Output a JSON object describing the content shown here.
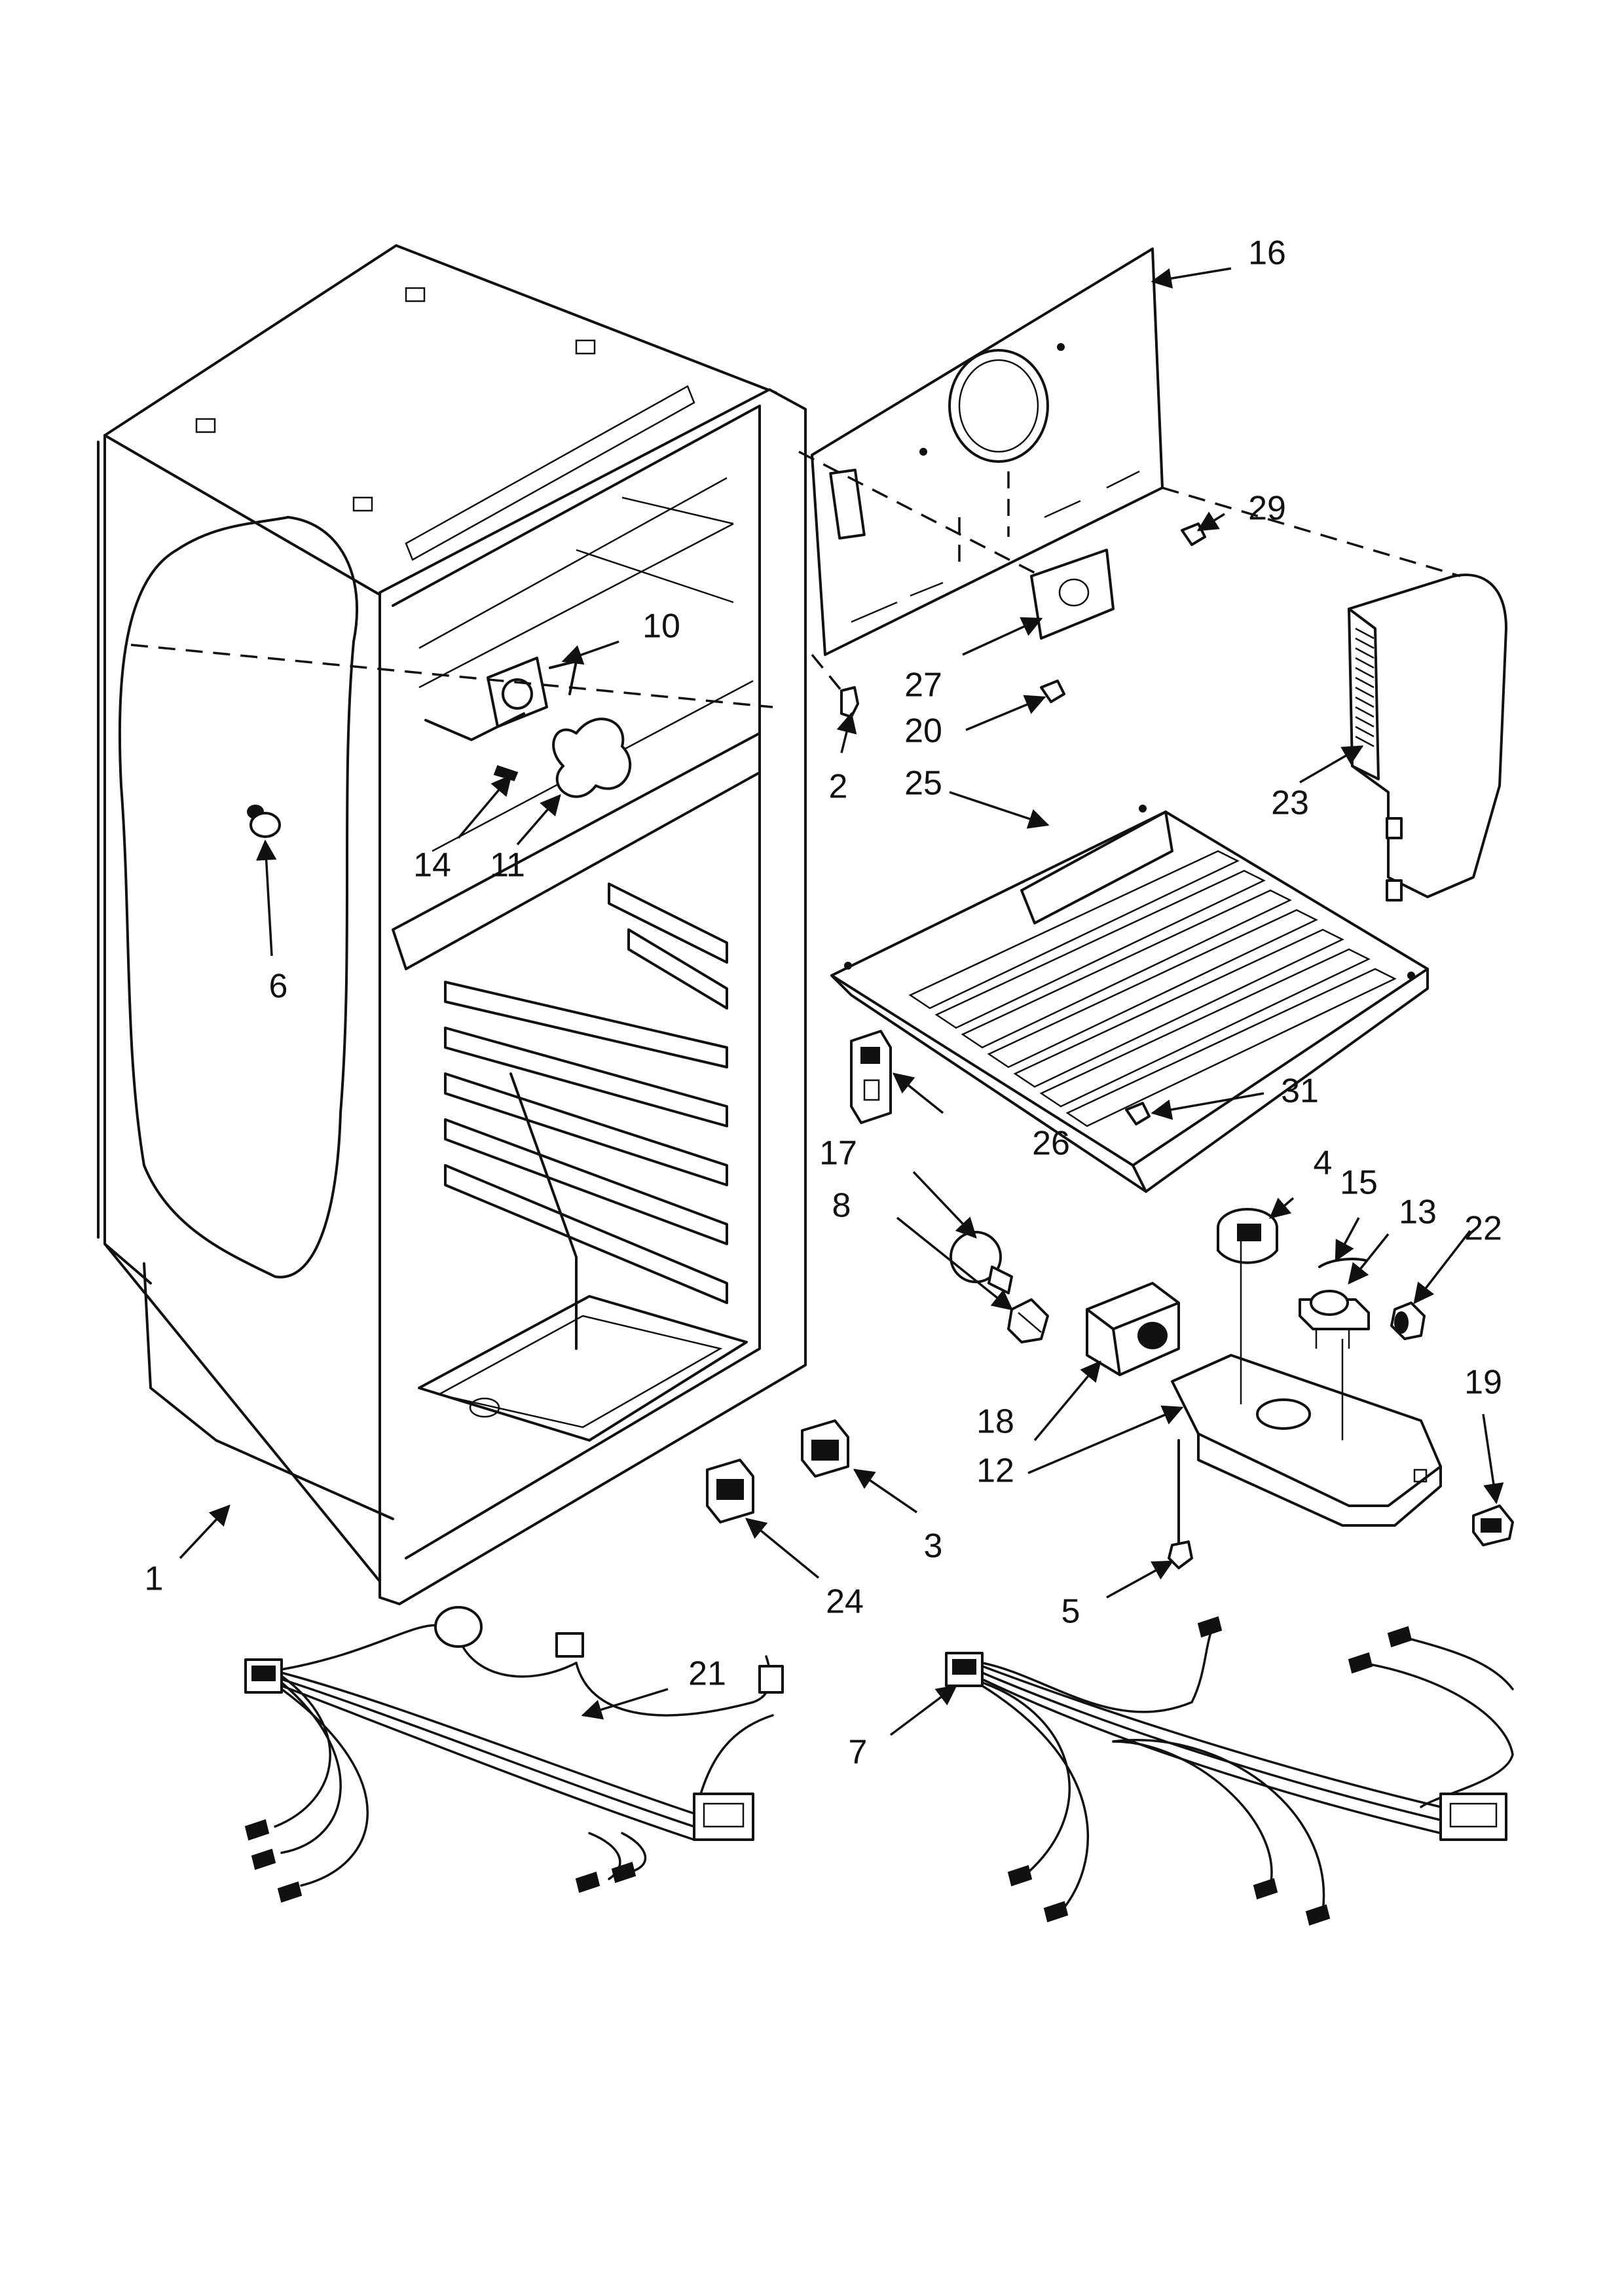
{
  "callouts": {
    "c1": "1",
    "c2": "2",
    "c3": "3",
    "c4": "4",
    "c5": "5",
    "c6": "6",
    "c7": "7",
    "c8": "8",
    "c10": "10",
    "c11": "11",
    "c12": "12",
    "c13": "13",
    "c14": "14",
    "c15": "15",
    "c16": "16",
    "c17": "17",
    "c18": "18",
    "c19": "19",
    "c20": "20",
    "c21": "21",
    "c22": "22",
    "c23": "23",
    "c24": "24",
    "c25": "25",
    "c26": "26",
    "c27": "27",
    "c29": "29",
    "c31": "31"
  },
  "colors": {
    "ink": "#111111",
    "paper": "#ffffff"
  }
}
